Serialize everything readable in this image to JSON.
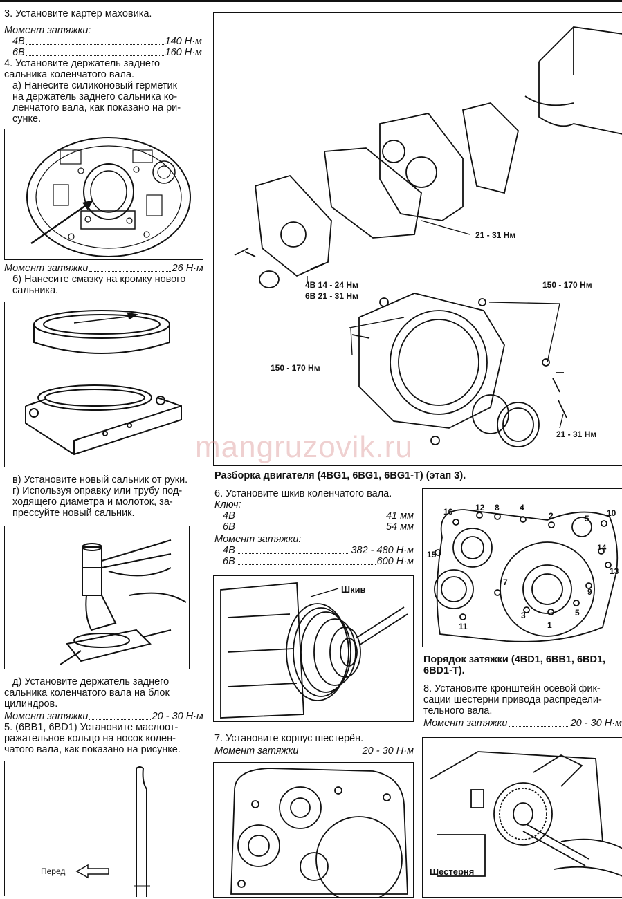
{
  "left": {
    "step3": "3. Установите картер маховика.",
    "torque_title": "Момент затяжки:",
    "torque_4b_label": "4B",
    "torque_4b_value": "140 Н·м",
    "torque_6b_label": "6B",
    "torque_6b_value": "160 Н·м",
    "step4_l1": "4. Установите держатель заднего",
    "step4_l2": "сальника коленчатого вала.",
    "step4a_l1": "а) Нанесите силиконовый герметик",
    "step4a_l2": "на держатель заднего сальника ко-",
    "step4a_l3": "ленчатого вала, как показано на ри-",
    "step4a_l4": "сунке.",
    "torque_26_label": "Момент затяжки",
    "torque_26_value": "26 Н·м",
    "step4b_l1": "б) Нанесите смазку на кромку нового",
    "step4b_l2": "сальника.",
    "step4v": "в) Установите новый сальник от руки.",
    "step4g_l1": "г) Используя оправку или трубу под-",
    "step4g_l2": "ходящего диаметра и молоток, за-",
    "step4g_l3": "прессуйте новый сальник.",
    "step4d_l1": "д) Установите держатель заднего",
    "step4d_l2": "сальника коленчатого вала на блок",
    "step4d_l3": "цилиндров.",
    "torque_2030_label": "Момент затяжки",
    "torque_2030_value": "20 - 30 Н·м",
    "step5_l1": "5. (6BB1, 6BD1) Установите маслоот-",
    "step5_l2": "ражательное кольцо на носок колен-",
    "step5_l3": "чатого вала, как показано на рисунке.",
    "fig_front_label": "Перед"
  },
  "main_figure": {
    "label_21_31_top": "21 - 31 Нм",
    "label_4b": "4B  14 - 24 Нм",
    "label_6b": "6B  21 - 31 Нм",
    "label_150_170_right": "150 - 170 Нм",
    "label_150_170_left": "150 - 170 Нм",
    "label_21_31_bottom": "21 - 31 Нм",
    "caption": "Разборка двигателя (4BG1, 6BG1, 6BG1-T) (этап 3)."
  },
  "watermark": "mangruzovik.ru",
  "middle": {
    "step6": "6. Установите шкив коленчатого вала.",
    "key_title": "Ключ:",
    "key_4b_label": "4B",
    "key_4b_value": "41 мм",
    "key_6b_label": "6B",
    "key_6b_value": "54 мм",
    "torque_title": "Момент затяжки:",
    "torque_4b_label": "4B",
    "torque_4b_value": "382 - 480 Н·м",
    "torque_6b_label": "6B",
    "torque_6b_value": "600 Н·м",
    "pulley_label": "Шкив",
    "step7": "7. Установите корпус шестерён.",
    "torque7_label": "Момент затяжки",
    "torque7_value": "20 - 30 Н·м"
  },
  "right": {
    "bolt_numbers": [
      "16",
      "12",
      "8",
      "4",
      "2",
      "5",
      "10",
      "15",
      "14",
      "13",
      "7",
      "9",
      "3",
      "5",
      "11",
      "1"
    ],
    "order_caption_l1": "Порядок затяжки (4BD1, 6BB1, 6BD1,",
    "order_caption_l2": "6BD1-T).",
    "step8_l1": "8. Установите кронштейн осевой фик-",
    "step8_l2": "сации шестерни привода распредели-",
    "step8_l3": "тельного вала.",
    "torque8_label": "Момент затяжки",
    "torque8_value": "20 - 30 Н·м",
    "gear_label": "Шестерня"
  }
}
